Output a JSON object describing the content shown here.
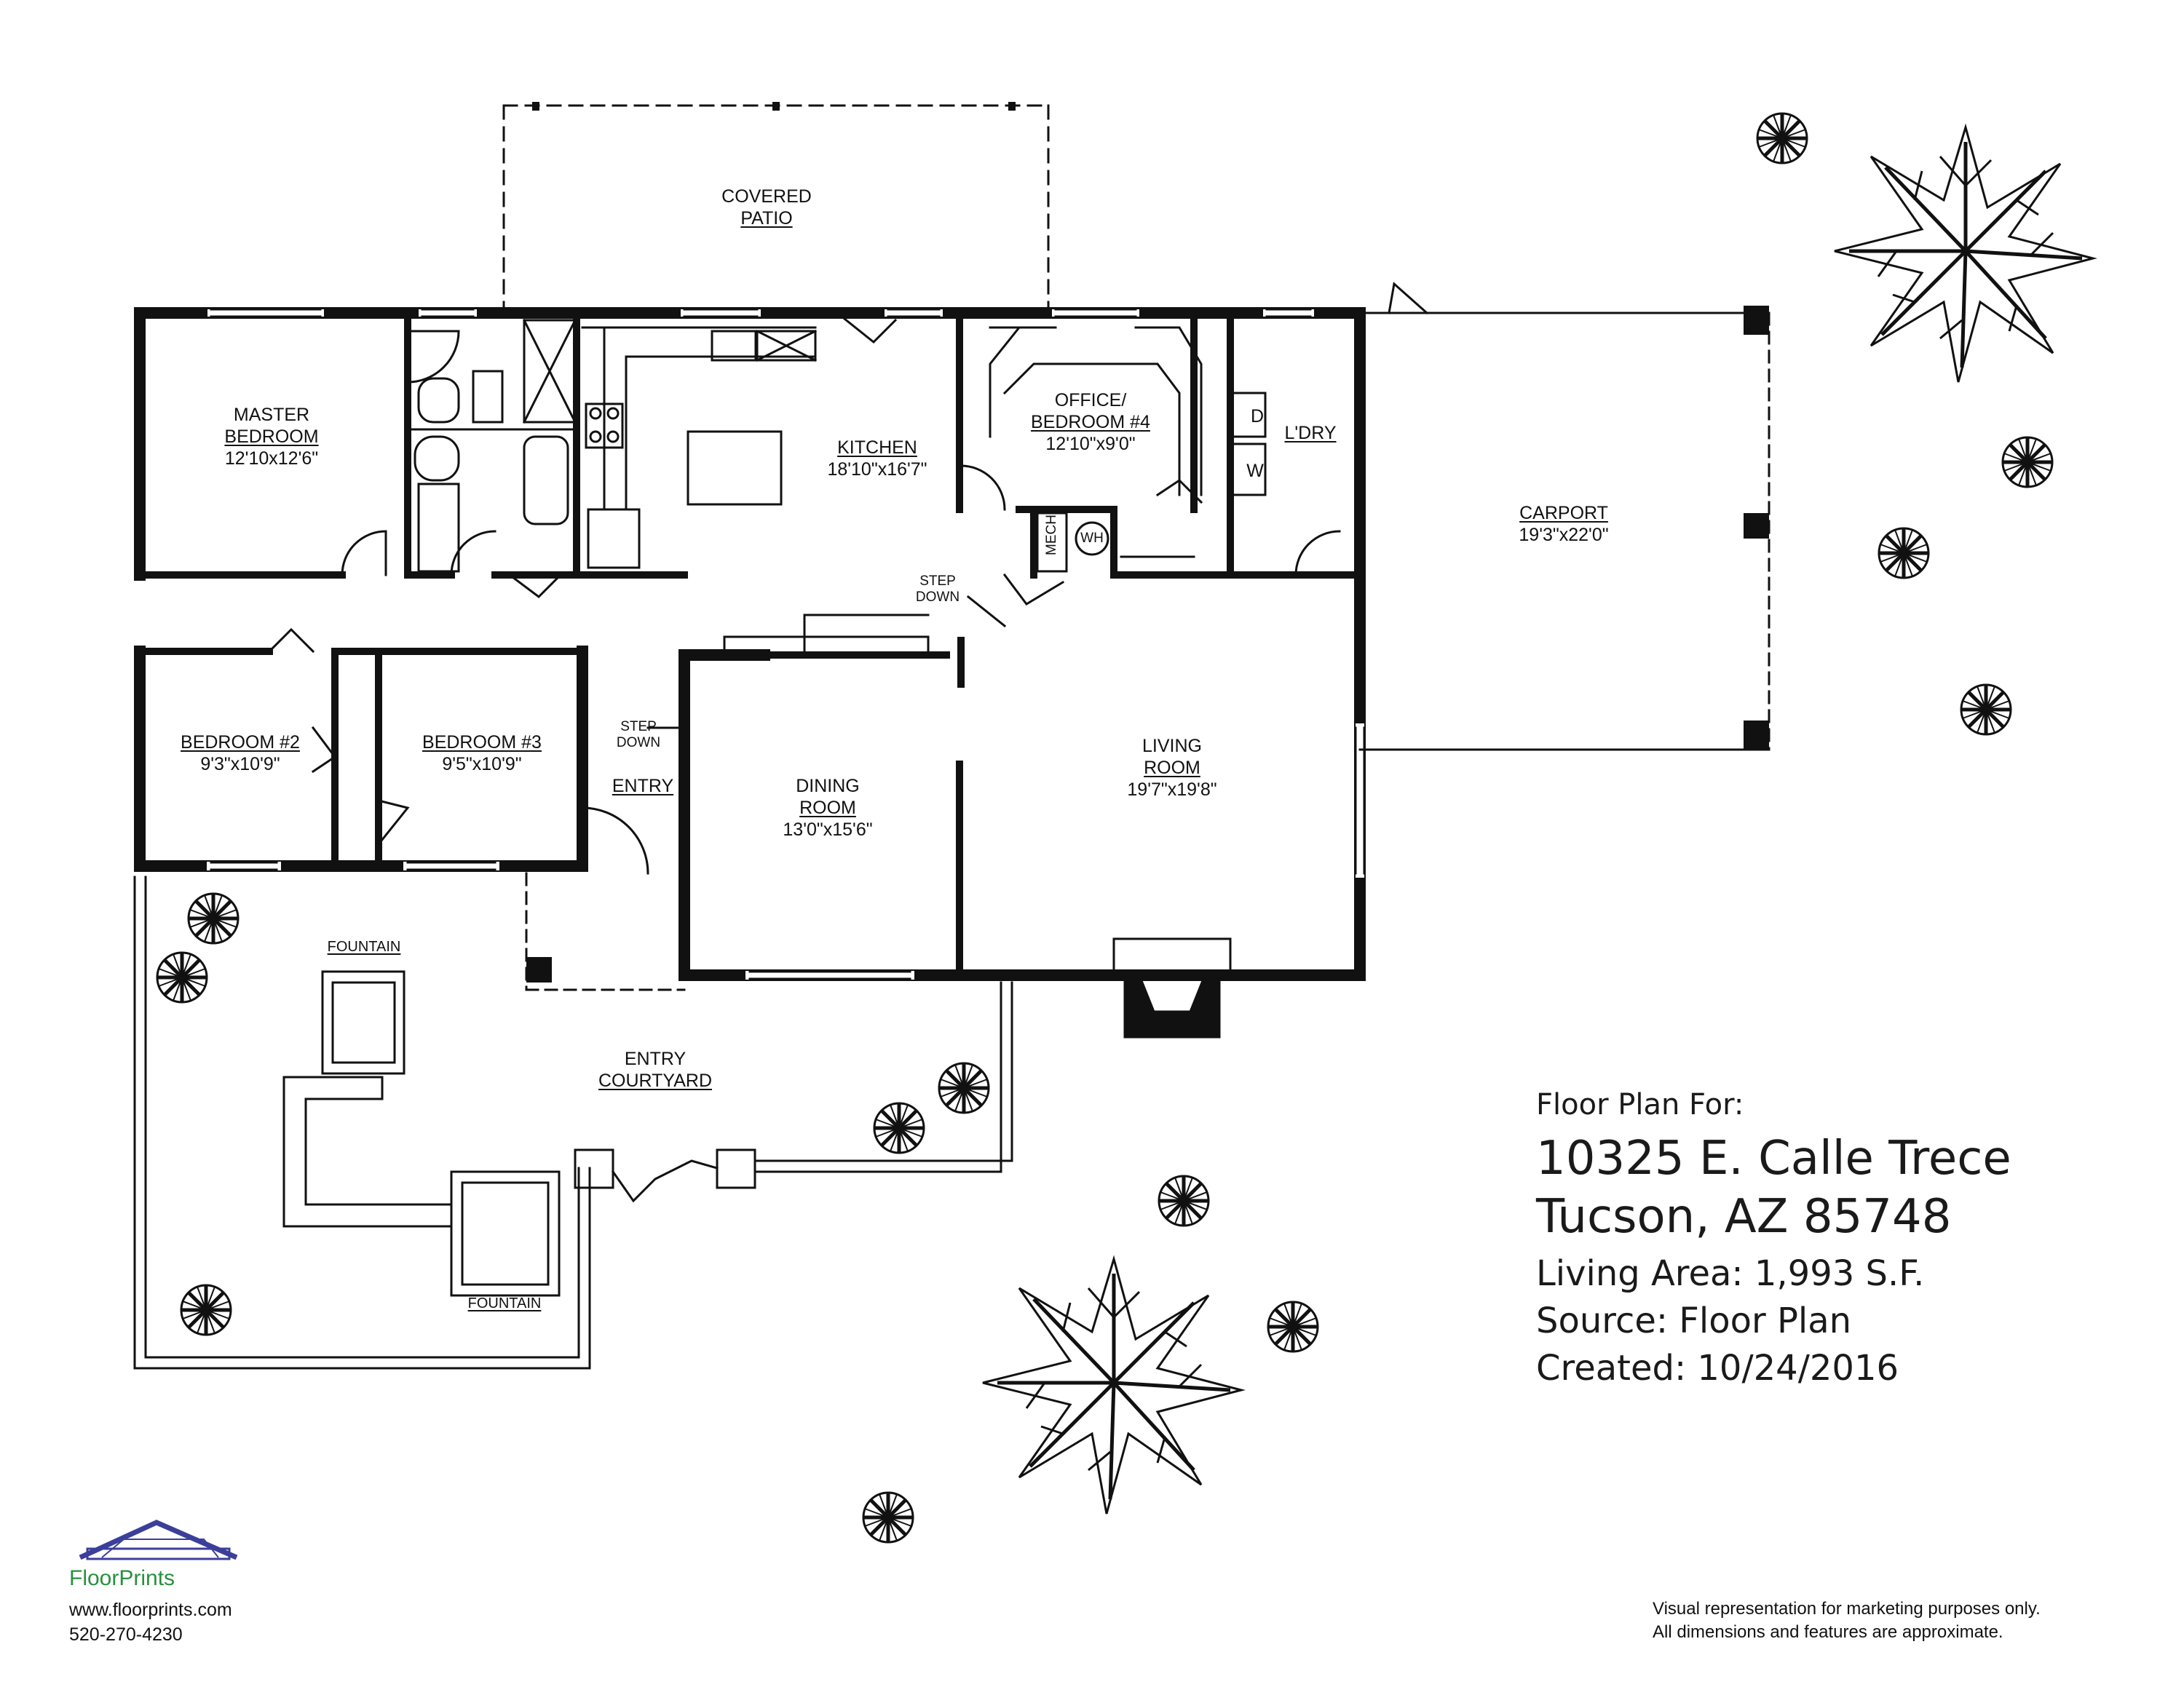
{
  "rooms": {
    "covered_patio": {
      "line1": "COVERED",
      "line2": "PATIO"
    },
    "master_bedroom": {
      "line1": "MASTER",
      "line2": "BEDROOM",
      "dims": "12'10x12'6\""
    },
    "kitchen": {
      "name": "KITCHEN",
      "dims": "18'10\"x16'7\""
    },
    "office": {
      "line1": "OFFICE/",
      "line2": "BEDROOM #4",
      "dims": "12'10\"x9'0\""
    },
    "laundry": {
      "name": "L'DRY"
    },
    "carport": {
      "name": "CARPORT",
      "dims": "19'3\"x22'0\""
    },
    "bedroom2": {
      "name": "BEDROOM #2",
      "dims": "9'3\"x10'9\""
    },
    "bedroom3": {
      "name": "BEDROOM #3",
      "dims": "9'5\"x10'9\""
    },
    "entry": {
      "name": "ENTRY"
    },
    "dining": {
      "line1": "DINING",
      "line2": "ROOM",
      "dims": "13'0\"x15'6\""
    },
    "living": {
      "line1": "LIVING",
      "line2": "ROOM",
      "dims": "19'7\"x19'8\""
    },
    "courtyard": {
      "line1": "ENTRY",
      "line2": "COURTYARD"
    }
  },
  "labels": {
    "step_down_1": {
      "line1": "STEP",
      "line2": "DOWN"
    },
    "step_down_2": {
      "line1": "STEP",
      "line2": "DOWN"
    },
    "mech": "MECH",
    "wh": "WH",
    "dryer": "D",
    "washer": "W",
    "fountain_top": "FOUNTAIN",
    "fountain_bottom": "FOUNTAIN"
  },
  "info": {
    "heading": "Floor Plan For:",
    "address1": "10325 E. Calle Trece",
    "address2": "Tucson, AZ 85748",
    "living_area": "Living Area:  1,993 S.F.",
    "source": "Source:  Floor Plan",
    "created": "Created:  10/24/2016"
  },
  "branding": {
    "logo_text": "FloorPrints",
    "website": "www.floorprints.com",
    "phone": "520-270-4230"
  },
  "disclaimer": {
    "line1": "Visual representation for marketing purposes only.",
    "line2": "All dimensions and features are approximate."
  },
  "colors": {
    "wall": "#111111",
    "logo_roof": "#3b3f9a",
    "logo_text": "#2a8f3e"
  }
}
